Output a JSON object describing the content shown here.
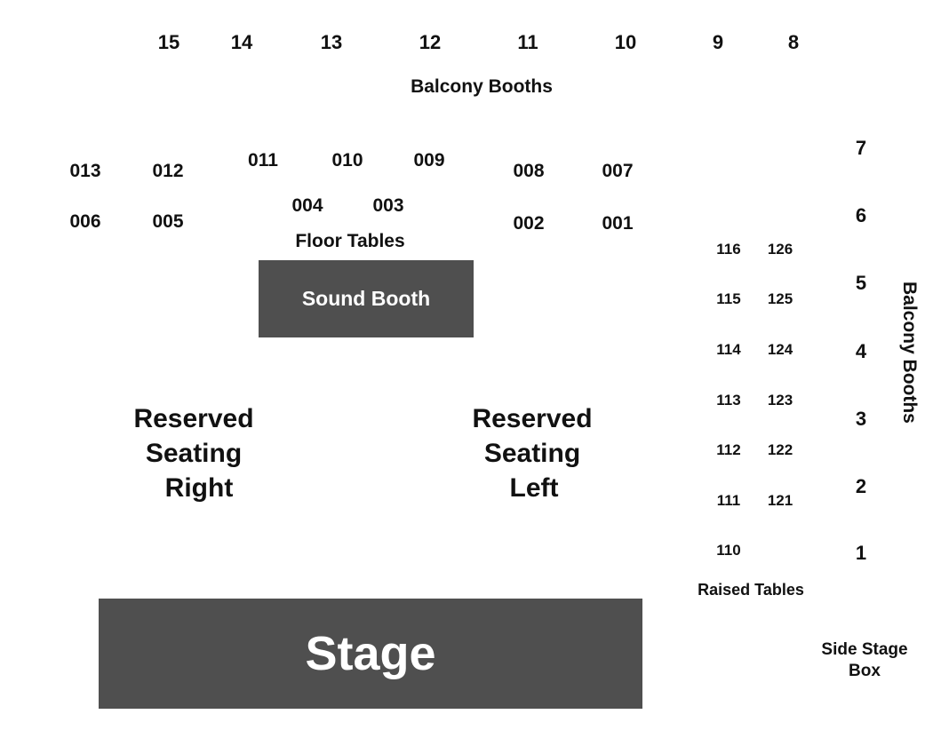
{
  "balcony_top": {
    "title": "Balcony Booths",
    "booths": [
      "15",
      "14",
      "13",
      "12",
      "11",
      "10",
      "9",
      "8"
    ]
  },
  "floor": {
    "title": "Floor Tables",
    "tables": [
      "013",
      "012",
      "011",
      "010",
      "009",
      "008",
      "007",
      "006",
      "005",
      "004",
      "003",
      "002",
      "001"
    ]
  },
  "sound_booth": "Sound Booth",
  "reserved_right": [
    "Reserved",
    "Seating",
    "Right"
  ],
  "reserved_left": [
    "Reserved",
    "Seating",
    "Left"
  ],
  "raised": {
    "title": "Raised Tables",
    "tables": [
      "116",
      "126",
      "115",
      "125",
      "114",
      "124",
      "113",
      "123",
      "112",
      "122",
      "111",
      "121",
      "110"
    ]
  },
  "balcony_side": {
    "title": "Balcony Booths",
    "booths": [
      "7",
      "6",
      "5",
      "4",
      "3",
      "2",
      "1"
    ]
  },
  "stage": "Stage",
  "side_stage_box": [
    "Side Stage",
    "Box"
  ],
  "colors": {
    "block": "#4f4f4f",
    "text": "#111111",
    "background": "#ffffff"
  }
}
